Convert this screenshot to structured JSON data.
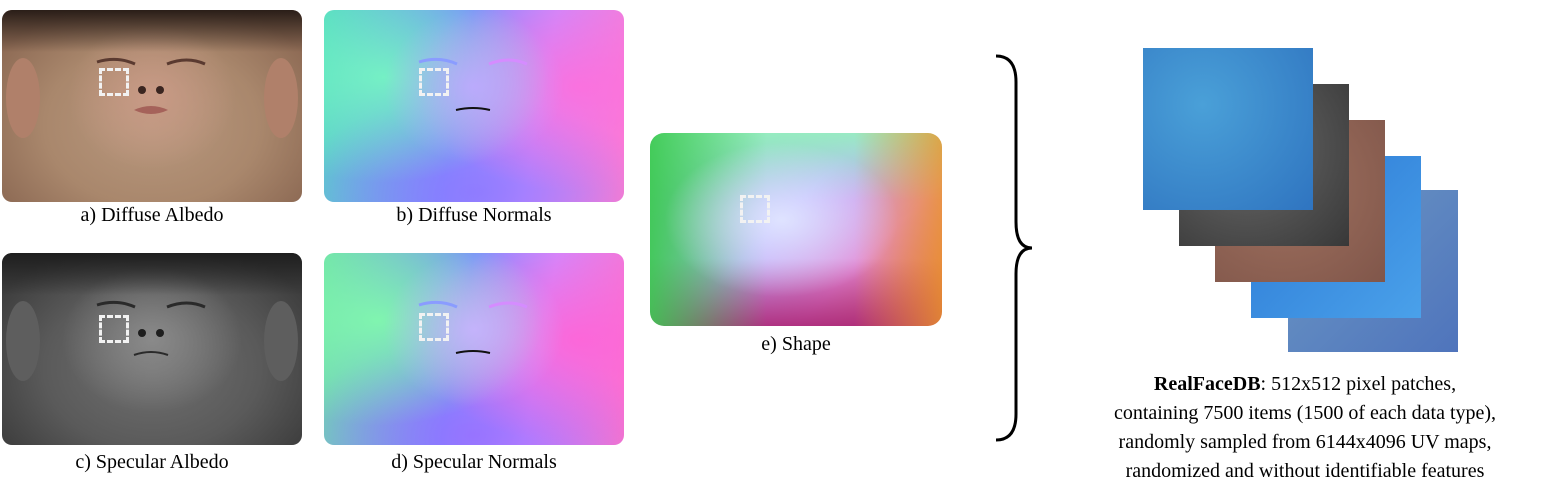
{
  "panels": {
    "diffuse_albedo": "a) Diffuse Albedo",
    "diffuse_normals": "b) Diffuse Normals",
    "specular_albedo": "c) Specular Albedo",
    "specular_normals": "d) Specular Normals",
    "shape": "e) Shape"
  },
  "summary": {
    "title": "RealFaceDB",
    "line1": ": 512x512 pixel patches,",
    "line2": "containing 7500 items (1500 of each data type),",
    "line3": "randomly sampled from 6144x4096 UV maps,",
    "line4": "randomized and without identifiable features"
  }
}
